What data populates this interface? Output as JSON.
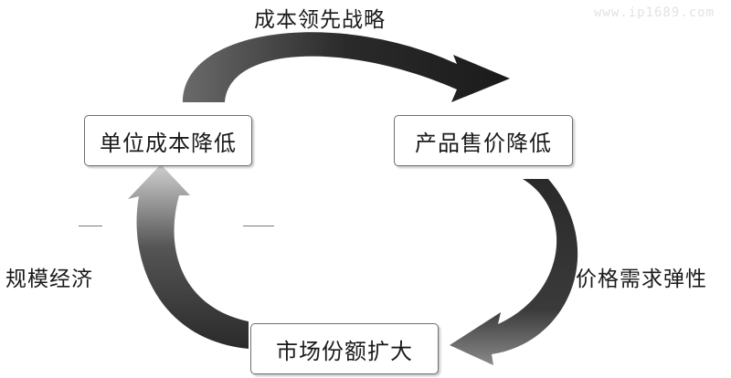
{
  "watermark": "www.ip1689.com",
  "nodes": {
    "unit_cost": "单位成本降低",
    "product_price": "产品售价降低",
    "market_share": "市场份额扩大"
  },
  "edges": {
    "top": "成本领先战略",
    "right": "价格需求弹性",
    "left": "规模经济"
  },
  "colors": {
    "arrow_dark": "#1b1b1b",
    "arrow_mid": "#5a5a5a",
    "arrow_light": "#c8c8c8"
  }
}
